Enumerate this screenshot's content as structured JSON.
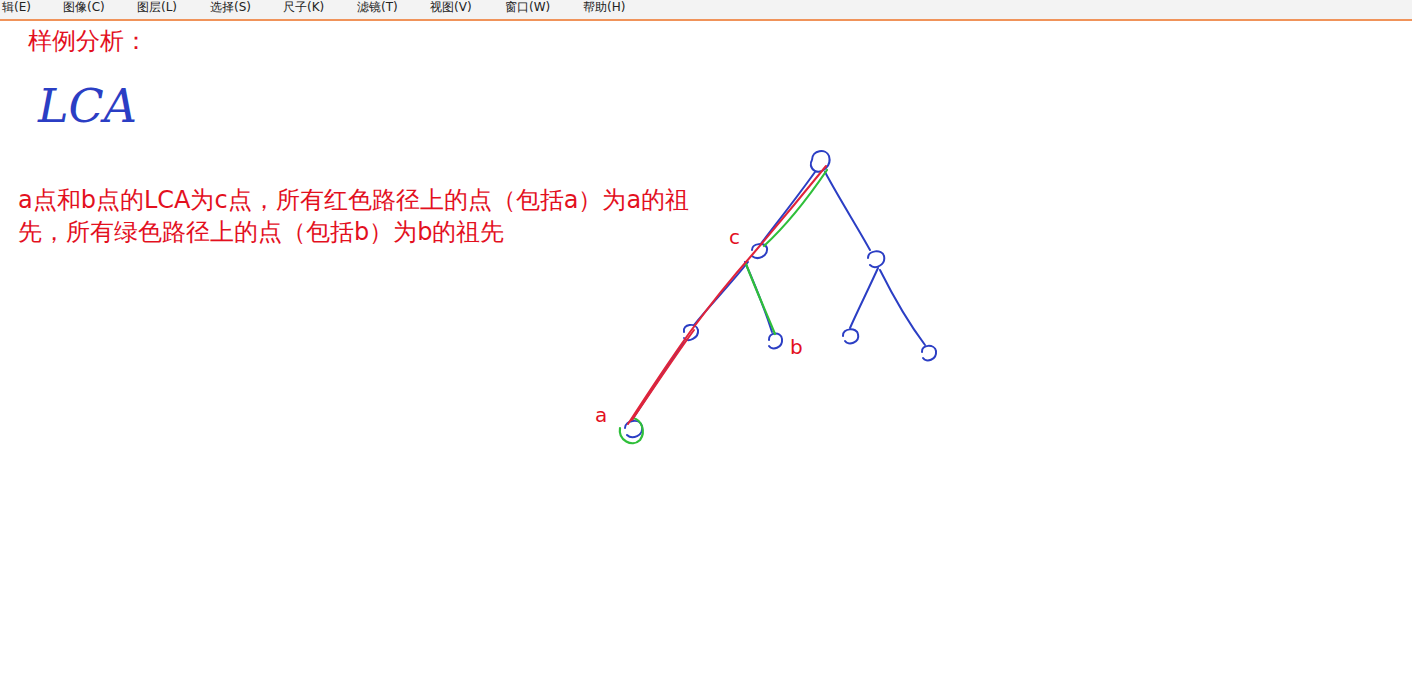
{
  "diagram": {
    "labels": [
      "辑(E)",
      "图像(C)",
      "图层(L)",
      "选择(S)",
      "尺子(K)",
      "滤镜(T)",
      "视图(V)",
      "窗口(W)",
      "帮助(H)",
      "样例分析：",
      "LCA",
      "a点和b点的LCA为c点，所有红色路径上的点（包括a）为a的祖先，所有绿色路径上的点（包括b）为b的祖先",
      "c",
      "b",
      "a"
    ]
  }
}
